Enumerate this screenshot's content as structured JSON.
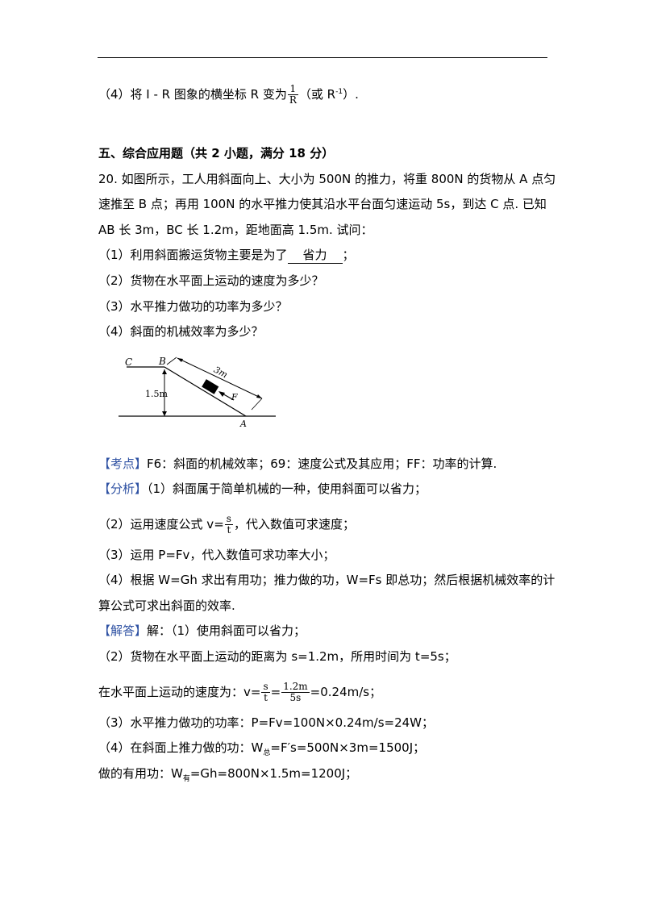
{
  "q4_prev": {
    "prefix": "（4）将 I - R 图象的横坐标 R 变为",
    "frac_num": "1",
    "frac_den": "R",
    "paren_open": "（或 R",
    "sup": "-1",
    "paren_close": "）."
  },
  "section": {
    "heading": "五、综合应用题（共 2 小题，满分 18 分）"
  },
  "problem": {
    "line1": "20. 如图所示，工人用斜面向上、大小为 500N 的推力，将重 800N 的货物从 A 点匀",
    "line2": "速推至 B 点；再用 100N 的水平推力使其沿水平台面匀速运动 5s，到达 C 点. 已知",
    "line3": "AB 长 3m，BC 长 1.2m，距地面高 1.5m. 试问：",
    "q1_prefix": "（1）利用斜面搬运货物主要是为了",
    "q1_answer": "省力",
    "q1_suffix": "；",
    "q2": "（2）货物在水平面上运动的速度为多少？",
    "q3": "（3）水平推力做功的功率为多少？",
    "q4": "（4）斜面的机械效率为多少？"
  },
  "diagram": {
    "label_c": "C",
    "label_b": "B",
    "label_a": "A",
    "label_height": "1.5m",
    "label_length": "3m",
    "label_force": "F"
  },
  "kaodian": {
    "tag": "【考点】",
    "text": "F6：斜面的机械效率；69：速度公式及其应用；FF：功率的计算."
  },
  "fenxi": {
    "tag": "【分析】",
    "line1": "（1）斜面属于简单机械的一种，使用斜面可以省力；",
    "line2_prefix": "（2）运用速度公式 v=",
    "line2_num": "s",
    "line2_den": "t",
    "line2_suffix": "，代入数值可求速度；",
    "line3": "（3）运用 P=Fv，代入数值可求功率大小；",
    "line4": "（4）根据 W=Gh 求出有用功；推力做的功，W=Fs 即总功；然后根据机械效率的计",
    "line5": "算公式可求出斜面的效率."
  },
  "jieda": {
    "tag": "【解答】",
    "line1": "解：（1）使用斜面可以省力；",
    "line2": "（2）货物在水平面上运动的距离为 s=1.2m，所用时间为 t=5s；",
    "line3_prefix": "在水平面上运动的速度为：v=",
    "line3_num1": "s",
    "line3_den1": "t",
    "line3_eq": "=",
    "line3_num2": "1.2m",
    "line3_den2": "5s",
    "line3_suffix": "=0.24m/s；",
    "line4": "（3）水平推力做功的功率：P=Fv=100N×0.24m/s=24W；",
    "line5_prefix": "（4）在斜面上推力做的功：W",
    "line5_sub": "总",
    "line5_suffix": "=F′s=500N×3m=1500J；",
    "line6_prefix": "做的有用功：W",
    "line6_sub": "有",
    "line6_suffix": "=Gh=800N×1.5m=1200J；"
  }
}
